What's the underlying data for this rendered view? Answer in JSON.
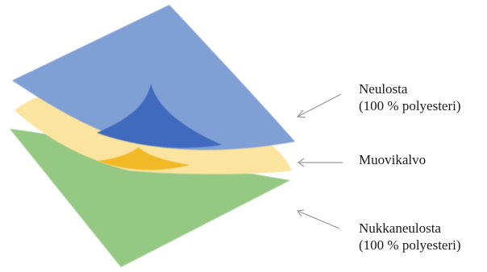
{
  "layers": [
    {
      "id": "top",
      "line1": "Neulosta",
      "line2": "(100 % polyesteri)",
      "color": "#7f9fd5",
      "fold_color": "#3f6bbd"
    },
    {
      "id": "middle",
      "line1": "Muovikalvo",
      "line2": "",
      "color": "#fbe3a0",
      "fold_color": "#f1b928"
    },
    {
      "id": "bottom",
      "line1": "Nukkaneulosta",
      "line2": "(100 % polyesteri)",
      "color": "#95c983",
      "fold_color": "#95c983"
    }
  ],
  "arrow_color": "#9a9a9a"
}
